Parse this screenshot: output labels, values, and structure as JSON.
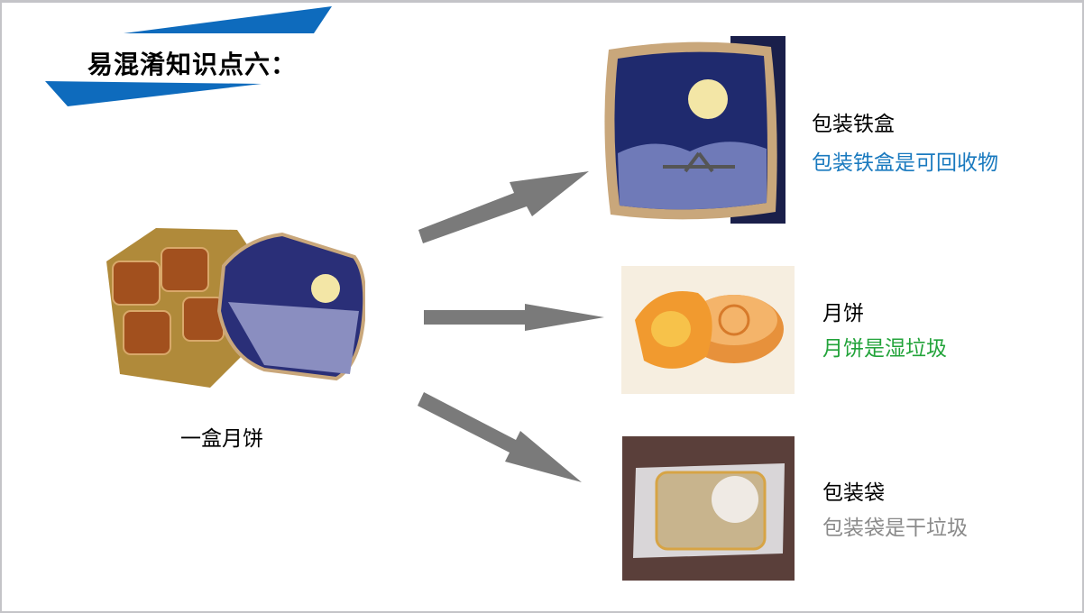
{
  "title": "易混淆知识点六：",
  "source": {
    "label": "一盒月饼"
  },
  "items": [
    {
      "name": "包装铁盒",
      "desc": "包装铁盒是可回收物",
      "color": "#1a7abf"
    },
    {
      "name": "月饼",
      "desc": "月饼是湿垃圾",
      "color": "#22a33a"
    },
    {
      "name": "包装袋",
      "desc": "包装袋是干垃圾",
      "color": "#8a8a8a"
    }
  ],
  "colors": {
    "accent": "#0e6bbd",
    "arrow": "#7a7a7a"
  }
}
